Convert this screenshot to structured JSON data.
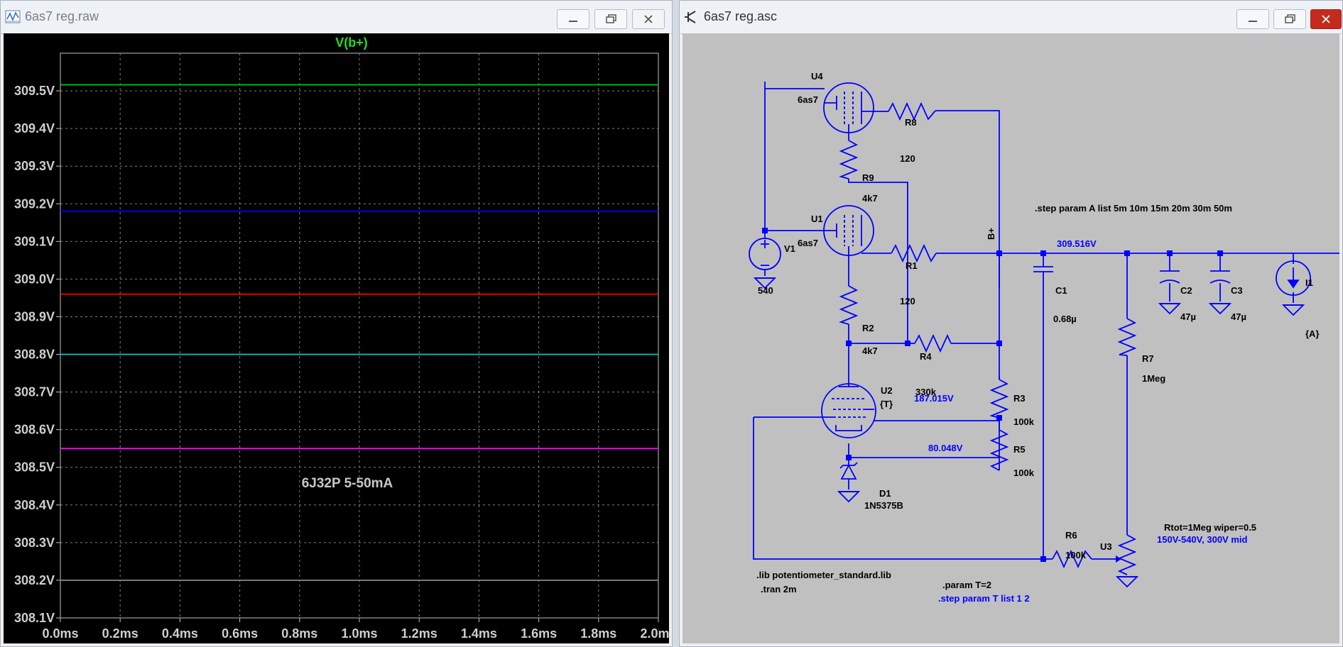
{
  "left_window": {
    "title": "6as7 reg.raw",
    "trace_label": "V(b+)",
    "annotation": "6J32P 5-50mA",
    "y_ticks": [
      "309.5V",
      "309.4V",
      "309.3V",
      "309.2V",
      "309.1V",
      "309.0V",
      "308.9V",
      "308.8V",
      "308.7V",
      "308.6V",
      "308.5V",
      "308.4V",
      "308.3V",
      "308.2V",
      "308.1V"
    ],
    "x_ticks": [
      "0.0ms",
      "0.2ms",
      "0.4ms",
      "0.6ms",
      "0.8ms",
      "1.0ms",
      "1.2ms",
      "1.4ms",
      "1.6ms",
      "1.8ms",
      "2.0ms"
    ],
    "colors": {
      "background": "#000000",
      "grid": "#808080",
      "label": "#cfcfcf",
      "title": "#22dd22"
    },
    "chart_data": {
      "type": "line",
      "title": "V(b+)",
      "annotation": "6J32P 5-50mA",
      "xlabel": "",
      "ylabel": "",
      "xlim": [
        0.0,
        2.0
      ],
      "ylim": [
        308.1,
        309.6
      ],
      "grid": true,
      "series": [
        {
          "color": "#00c000",
          "x": [
            0.0,
            2.0
          ],
          "values": [
            309.516,
            309.516
          ]
        },
        {
          "color": "#0000ff",
          "x": [
            0.0,
            2.0
          ],
          "values": [
            309.18,
            309.18
          ]
        },
        {
          "color": "#ff0000",
          "x": [
            0.0,
            2.0
          ],
          "values": [
            308.96,
            308.96
          ]
        },
        {
          "color": "#00c8c8",
          "x": [
            0.0,
            2.0
          ],
          "values": [
            308.8,
            308.8
          ]
        },
        {
          "color": "#ff00ff",
          "x": [
            0.0,
            2.0
          ],
          "values": [
            308.55,
            308.55
          ]
        },
        {
          "color": "#808080",
          "x": [
            0.0,
            2.0
          ],
          "values": [
            308.2,
            308.2
          ]
        }
      ]
    }
  },
  "right_window": {
    "title": "6as7 reg.asc",
    "parts": {
      "u4": "U4",
      "u4_model": "6as7",
      "u1": "U1",
      "u1_model": "6as7",
      "r8": "R8",
      "r8_val": "120",
      "r9": "R9",
      "r9_val": "4k7",
      "r1": "R1",
      "r1_val": "120",
      "r2": "R2",
      "r2_val": "4k7",
      "r4": "R4",
      "r4_val": "330k",
      "r3": "R3",
      "r3_val": "100k",
      "r5": "R5",
      "r5_val": "100k",
      "r6": "R6",
      "r6_val": "100k",
      "r7": "R7",
      "r7_val": "1Meg",
      "v1": "V1",
      "v1_val": "540",
      "c1": "C1",
      "c1_val": "0.68µ",
      "c2": "C2",
      "c2_val": "47µ",
      "c3": "C3",
      "c3_val": "47µ",
      "i1": "I1",
      "i1_val": "{A}",
      "u2": "U2",
      "u2_val": "{T}",
      "d1": "D1",
      "d1_val": "1N5375B",
      "u3": "U3",
      "net_bplus": "B+"
    },
    "voltages": {
      "bplus": "309.516V",
      "grid": "187.015V",
      "cathode": "80.048V"
    },
    "directives": {
      "step_a": ".step param A list 5m 10m 15m 20m 30m 50m",
      "lib": ".lib potentiometer_standard.lib",
      "tran": ".tran 2m",
      "param_t": ".param T=2",
      "step_t": ".step param T list 1 2",
      "pot_info": "Rtot=1Meg wiper=0.5",
      "pot_range": "150V-540V, 300V mid"
    }
  }
}
